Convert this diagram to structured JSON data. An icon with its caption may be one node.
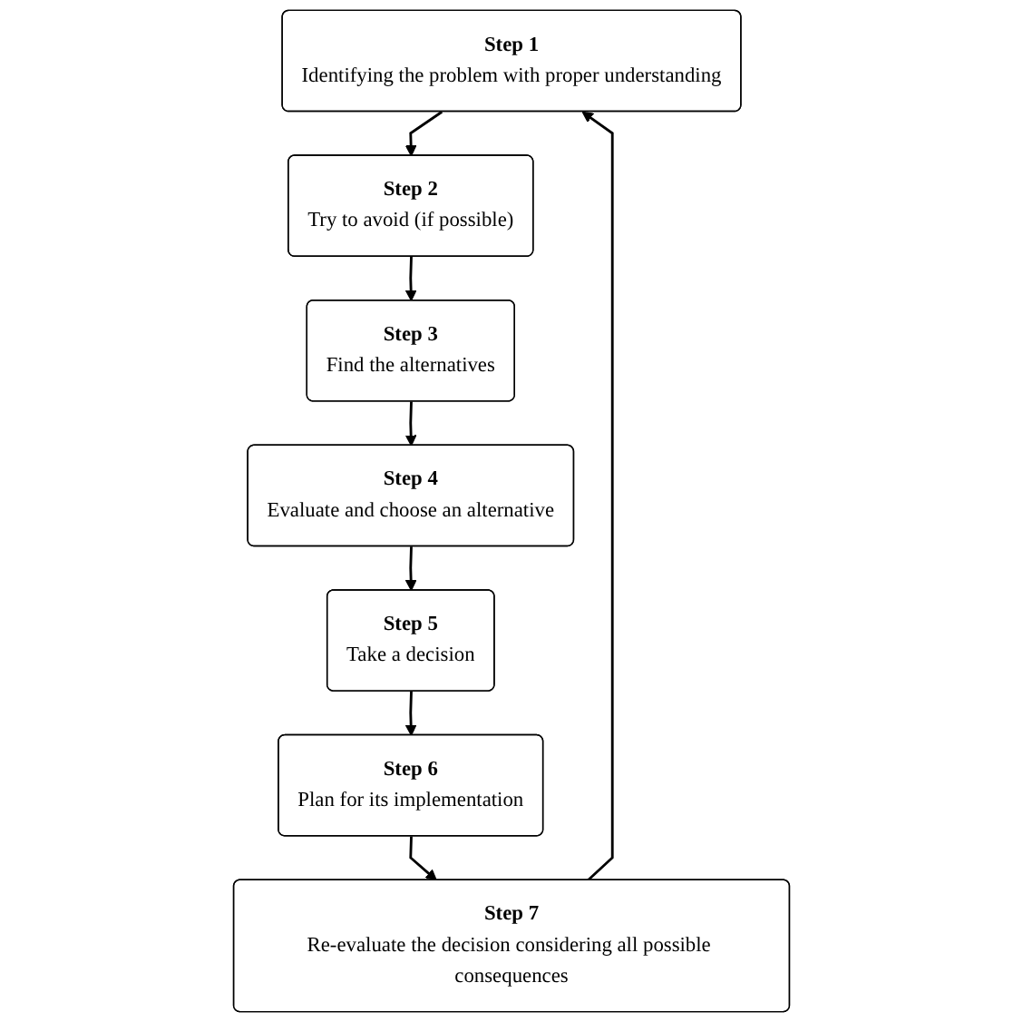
{
  "diagram": {
    "nodes": [
      {
        "text": [
          "Step 1",
          "Identifying the problem with proper understanding"
        ]
      },
      {
        "text": [
          "Step 2",
          "Try to avoid (if possible)"
        ]
      },
      {
        "text": [
          "Step 3",
          "Find the alternatives"
        ]
      },
      {
        "text": [
          "Step 4",
          "Evaluate and choose an alternative"
        ]
      },
      {
        "text": [
          "Step 5",
          "Take a decision"
        ]
      },
      {
        "text": [
          "Step 6",
          "Plan for its implementation"
        ]
      },
      {
        "text": [
          "Step 7",
          "Re-evaluate the decision considering all possible consequences"
        ]
      }
    ],
    "edges": [
      {
        "from": 0,
        "to": 1,
        "arrow": "to"
      },
      {
        "from": 1,
        "to": 2,
        "arrow": "to"
      },
      {
        "from": 2,
        "to": 3,
        "arrow": "to"
      },
      {
        "from": 3,
        "to": 4,
        "arrow": "to"
      },
      {
        "from": 4,
        "to": 5,
        "arrow": "to"
      },
      {
        "from": 5,
        "to": 6,
        "arrow": "to"
      },
      {
        "from": 6,
        "to": 0,
        "arrow": "to"
      }
    ]
  }
}
